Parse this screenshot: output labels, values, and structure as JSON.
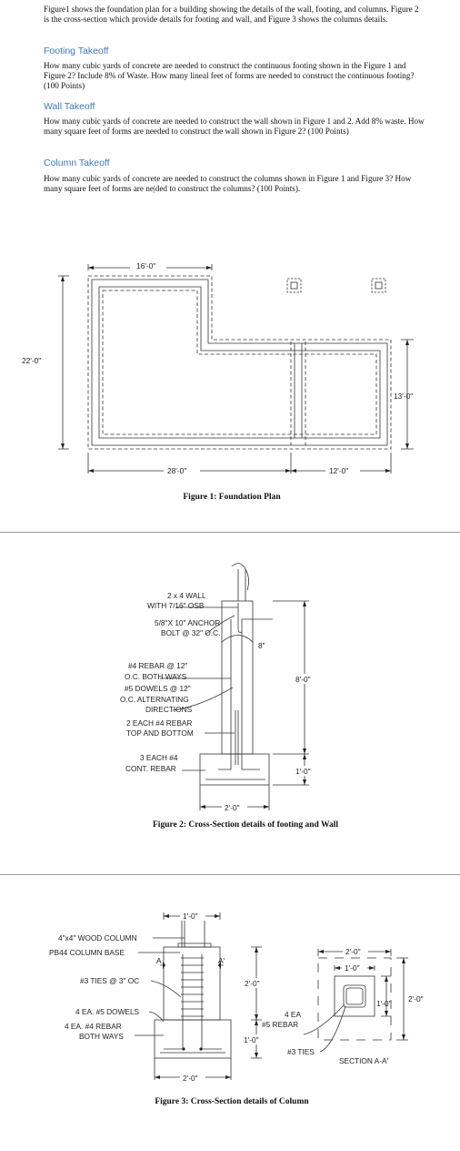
{
  "intro": "Figure1 shows the foundation plan for a building showing the details of the wall, footing, and columns. Figure 2 is the cross-section which provide details for footing and wall, and Figure 3 shows the columns details.",
  "sections": [
    {
      "heading": "Footing Takeoff",
      "body": "How many cubic yards of concrete are needed to construct the continuous footing shown in the Figure 1 and Figure 2? Include 8% of Waste. How many lineal feet of forms are needed to construct the continuous footing? (100 Points)"
    },
    {
      "heading": "Wall Takeoff",
      "body": "How many cubic yards of concrete are needed to construct the wall shown in Figure 1 and 2. Add 8% waste. How many square feet of forms are needed to construct the wall shown in Figure 2? (100 Points)"
    },
    {
      "heading": "Column Takeoff",
      "body": "How many cubic yards of concrete are needed to construct the columns shown in Figure 1 and Figure 3? How many square feet of forms are ne|ded to construct the columns? (100 Points)."
    }
  ],
  "fig1": {
    "caption": "Figure 1: Foundation Plan",
    "dim_top": "16'-0\"",
    "dim_left": "22'-0\"",
    "dim_right": "13'-0\"",
    "dim_bottom_left": "28'-0\"",
    "dim_bottom_right": "12'-0\""
  },
  "fig2": {
    "caption": "Figure 2: Cross-Section details of footing and Wall",
    "labels": {
      "wall_1": "2 x 4 WALL",
      "wall_2": "WITH 7/16\" OSB",
      "bolt_1": "5/8\"X 10\" ANCHOR",
      "bolt_2": "BOLT @ 32\" O.C.",
      "rebar_1": "#4 REBAR @ 12\"",
      "rebar_2": "O.C. BOTH WAYS",
      "dowel_1": "#5 DOWELS @ 12\"",
      "dowel_2": "O.C. ALTERNATING",
      "dowel_3": "DIRECTIONS",
      "each_1": "2 EACH #4 REBAR",
      "each_2": "TOP AND BOTTOM",
      "cont_1": "3 EACH #4",
      "cont_2": "CONT. REBAR"
    },
    "dim_wall_thk": "8\"",
    "dim_wall_h": "8'-0\"",
    "dim_footing_h": "1'-0\"",
    "dim_footing_w": "2'-0\""
  },
  "fig3": {
    "caption": "Figure 3: Cross-Section details of Column",
    "labels": {
      "wood_col": "4\"x4\" WOOD COLUMN",
      "base": "PB44 COLUMN BASE",
      "ties": "#3 TIES @ 3\" OC",
      "dowels": "4 EA. #5 DOWELS",
      "rebar_1": "4 EA. #4 REBAR",
      "rebar_2": "BOTH WAYS",
      "ea_1": "4 EA",
      "ea_2": "#5 REBAR",
      "ties2": "#3 TIES",
      "section": "SECTION A-A'",
      "a": "A",
      "a_prime": "A'"
    },
    "dim_col_w": "1'-0\"",
    "dim_col_h": "2'-0\"",
    "dim_footing_h": "1'-0\"",
    "dim_footing_w": "2'-0\"",
    "dim_sec_outer_w": "2'-0\"",
    "dim_sec_inner_w": "1'-0\"",
    "dim_sec_inner_h": "1'-0\"",
    "dim_sec_outer_h": "2'-0\""
  }
}
